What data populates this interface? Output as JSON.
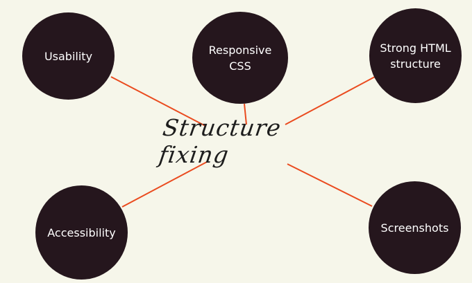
{
  "diagram": {
    "center_label": "Structure fixing",
    "nodes": [
      {
        "id": "usability",
        "label": "Usability"
      },
      {
        "id": "responsive",
        "label": "Responsive\nCSS"
      },
      {
        "id": "html",
        "label": "Strong HTML\nstructure"
      },
      {
        "id": "access",
        "label": "Accessibility"
      },
      {
        "id": "screens",
        "label": "Screenshots"
      }
    ],
    "colors": {
      "background": "#f6f6ea",
      "node_fill": "#25161d",
      "node_text": "#ffffff",
      "connector": "#ea4b1f",
      "center_text": "#1d1d1d"
    }
  }
}
